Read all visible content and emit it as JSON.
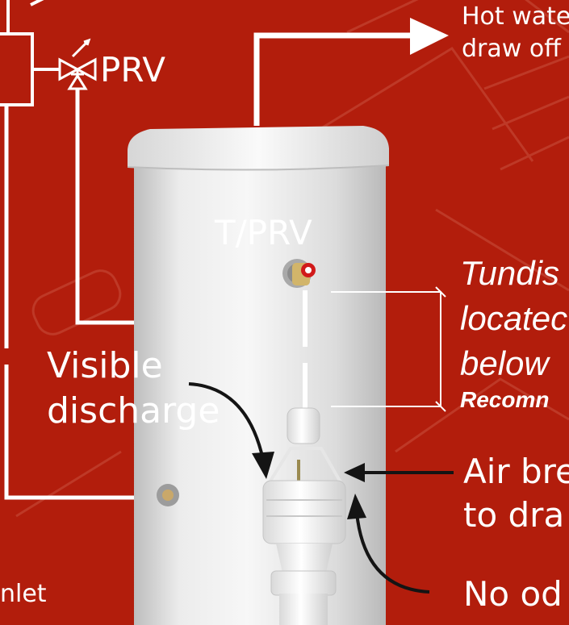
{
  "labels": {
    "prv": "PRV",
    "tprv": "T/PRV",
    "hot_water_line1": "Hot wate",
    "hot_water_line2": "draw off",
    "tundish_line1": "Tundis",
    "tundish_line2": "locatec",
    "tundish_line3": "below",
    "recommended": "Recomn",
    "visible_line1": "Visible",
    "visible_line2": "discharge",
    "air_break_line1": "Air bre",
    "air_break_line2": "to dra",
    "no_odour": "No od",
    "inlet": "nlet"
  },
  "colors": {
    "background": "#b21d0c",
    "line": "#ffffff",
    "cylinder": "#e9e9e9",
    "arrow_dark": "#141414"
  }
}
